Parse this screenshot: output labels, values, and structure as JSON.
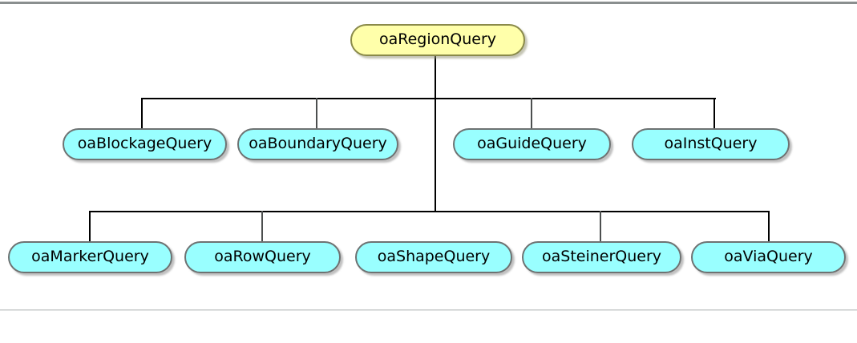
{
  "diagram": {
    "type": "class-hierarchy-tree",
    "colors": {
      "root_fill": "#ffffaa",
      "subclass_fill": "#99ffff",
      "node_border": "#6e7272",
      "root_border": "#8a8a4a",
      "connector": "#000000",
      "top_rule": "#8a8f8f",
      "bottom_rule": "#c9cccc"
    },
    "root": {
      "label": "oaRegionQuery"
    },
    "level_2": [
      {
        "label": "oaBlockageQuery"
      },
      {
        "label": "oaBoundaryQuery"
      },
      {
        "label": "oaGuideQuery"
      },
      {
        "label": "oaInstQuery"
      }
    ],
    "level_3": [
      {
        "label": "oaMarkerQuery"
      },
      {
        "label": "oaRowQuery"
      },
      {
        "label": "oaShapeQuery"
      },
      {
        "label": "oaSteinerQuery"
      },
      {
        "label": "oaViaQuery"
      }
    ]
  }
}
